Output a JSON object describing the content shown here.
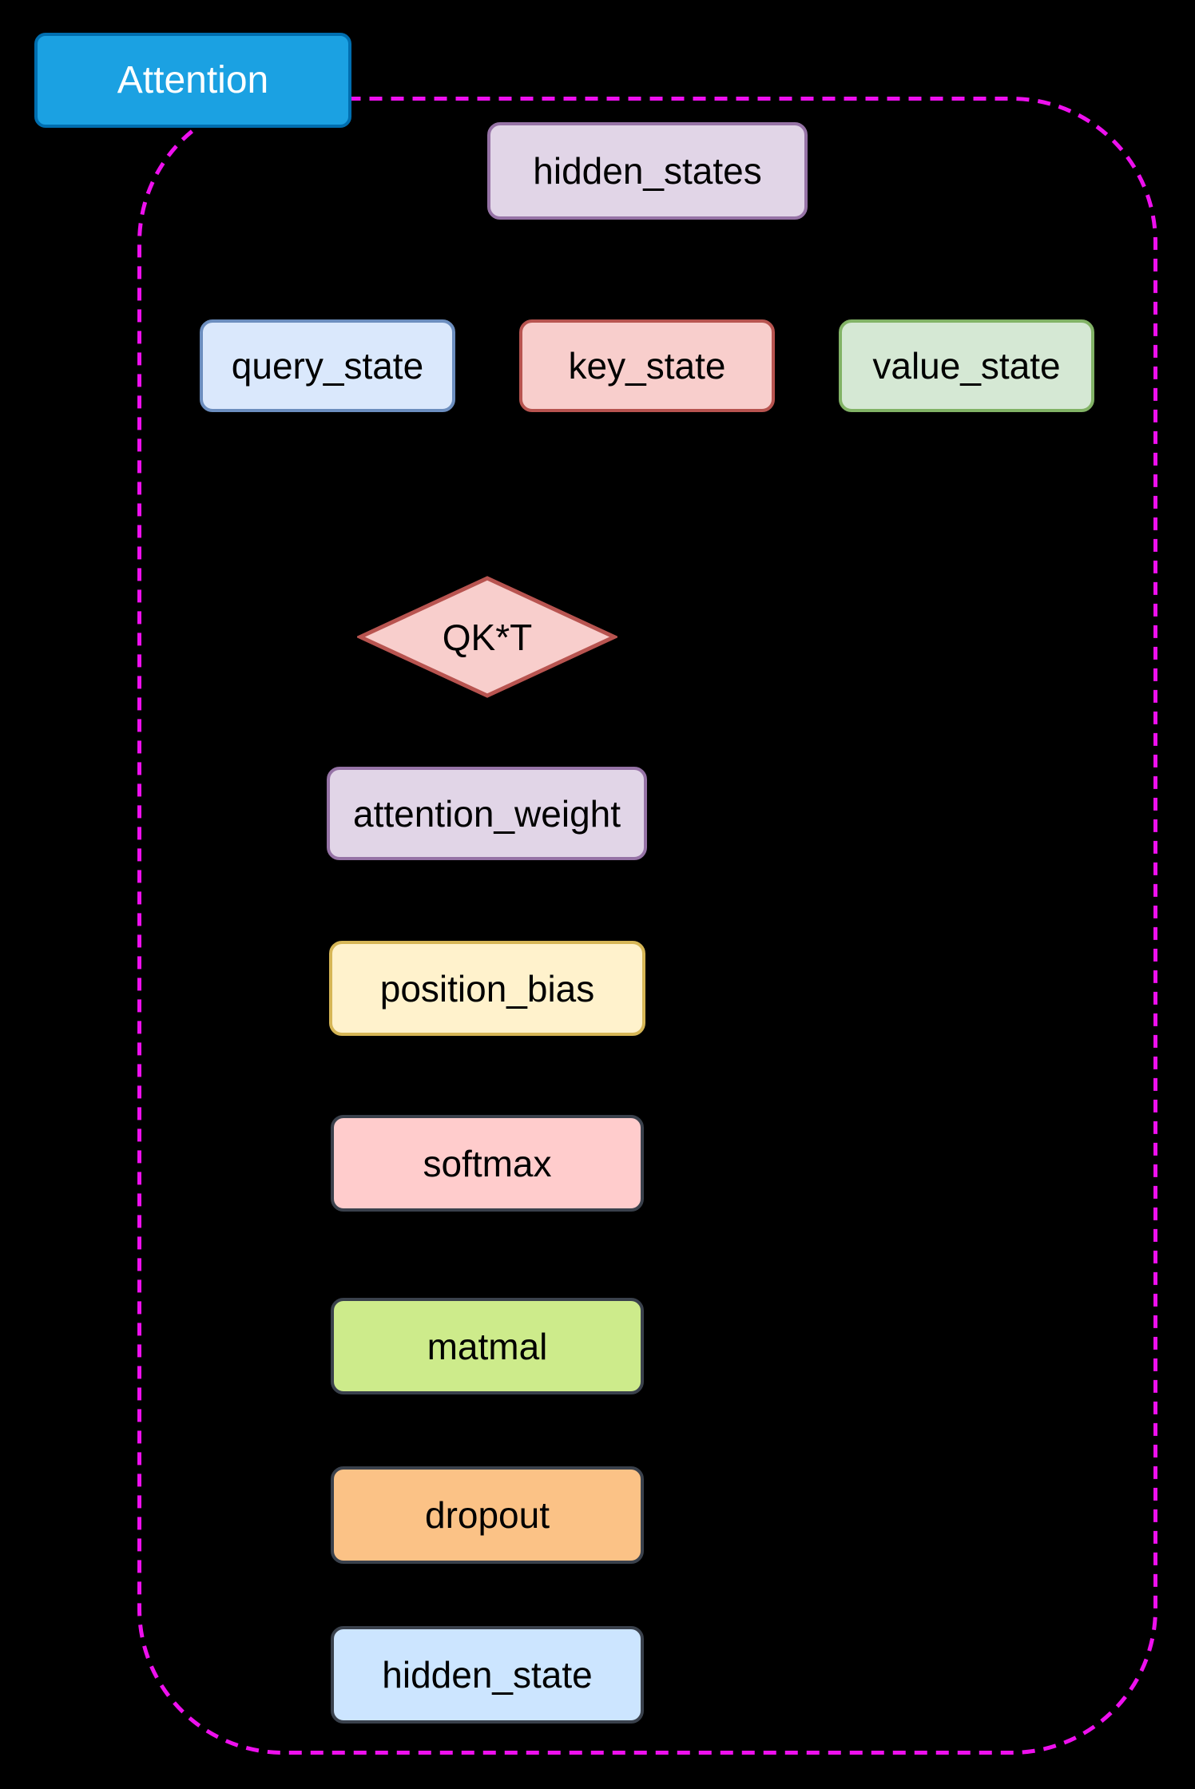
{
  "diagram": {
    "title": "Attention",
    "background_color": "#000000",
    "container": {
      "border_color": "#EE10EE",
      "border_style": "dashed",
      "shape": "rounded-rect"
    },
    "title_box": {
      "label": "Attention",
      "fill": "#1BA1E2",
      "stroke": "#006EAF",
      "text_color": "#FFFFFF"
    },
    "nodes": [
      {
        "id": "hidden_states",
        "label": "hidden_states",
        "shape": "rounded-rect",
        "fill": "#E1D5E7",
        "stroke": "#9673A6"
      },
      {
        "id": "query_state",
        "label": "query_state",
        "shape": "rounded-rect",
        "fill": "#DAE8FC",
        "stroke": "#6C8EBF"
      },
      {
        "id": "key_state",
        "label": "key_state",
        "shape": "rounded-rect",
        "fill": "#F8CECC",
        "stroke": "#B85450"
      },
      {
        "id": "value_state",
        "label": "value_state",
        "shape": "rounded-rect",
        "fill": "#D5E8D4",
        "stroke": "#82B366"
      },
      {
        "id": "qkt",
        "label": "QK*T",
        "shape": "diamond",
        "fill": "#F8CECC",
        "stroke": "#B85450"
      },
      {
        "id": "attention_weight",
        "label": "attention_weight",
        "shape": "rounded-rect",
        "fill": "#E1D5E7",
        "stroke": "#9673A6"
      },
      {
        "id": "position_bias",
        "label": "position_bias",
        "shape": "rounded-rect",
        "fill": "#FFF2CC",
        "stroke": "#D6B656"
      },
      {
        "id": "softmax",
        "label": "softmax",
        "shape": "rounded-rect",
        "fill": "#FFCCCC",
        "stroke": "#3A414C"
      },
      {
        "id": "matmal",
        "label": "matmal",
        "shape": "rounded-rect",
        "fill": "#CDEB8B",
        "stroke": "#3A414C"
      },
      {
        "id": "dropout",
        "label": "dropout",
        "shape": "rounded-rect",
        "fill": "#FBC286",
        "stroke": "#3A414C"
      },
      {
        "id": "hidden_state",
        "label": "hidden_state",
        "shape": "rounded-rect",
        "fill": "#CCE5FF",
        "stroke": "#3A414C"
      }
    ]
  }
}
